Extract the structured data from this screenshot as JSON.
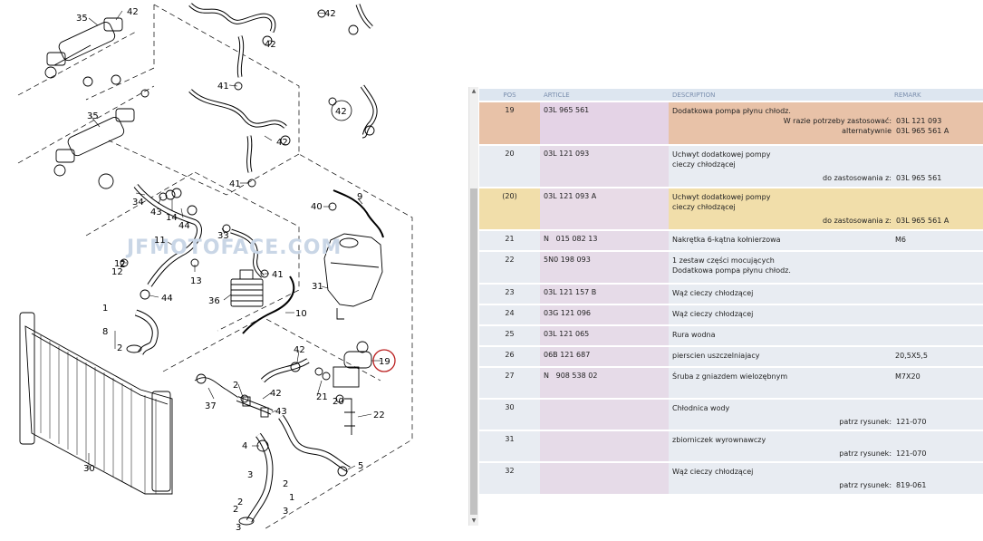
{
  "diagram": {
    "callouts": [
      "35",
      "42",
      "42",
      "35",
      "42",
      "41",
      "42",
      "41",
      "42",
      "40",
      "9",
      "34",
      "43",
      "14",
      "44",
      "11",
      "33",
      "13",
      "12",
      "36",
      "41",
      "31",
      "44",
      "10",
      "8",
      "2",
      "42",
      "19",
      "37",
      "2",
      "42",
      "21",
      "20",
      "43",
      "22",
      "4",
      "5",
      "30",
      "3",
      "2",
      "1",
      "2",
      "3",
      "2",
      "1",
      "12",
      "2",
      "3"
    ],
    "watermark": "JFMOTOFACE.COM"
  },
  "table": {
    "headers": {
      "pos": "POS",
      "article": "ARTICLE",
      "description": "DESCRIPTION",
      "remark": "REMARK"
    },
    "rows": [
      {
        "pos": "19",
        "article": "03L 965 561",
        "desc": [
          "Dodatkowa pompa płynu chłodz."
        ],
        "subs": [
          {
            "label": "W razie potrzeby zastosować:",
            "value": "03L 121 093"
          },
          {
            "label": "alternatywnie",
            "value": "03L 965 561 A"
          }
        ],
        "remark": ""
      },
      {
        "pos": "20",
        "article": "03L 121 093",
        "desc": [
          "Uchwyt dodatkowej pompy",
          "cieczy chłodzącej"
        ],
        "subs": [
          {
            "label": "do zastosowania z:",
            "value": "03L 965 561"
          }
        ],
        "remark": ""
      },
      {
        "pos": "(20)",
        "article": "03L 121 093 A",
        "desc": [
          "Uchwyt dodatkowej pompy",
          "cieczy chłodzącej"
        ],
        "subs": [
          {
            "label": "do zastosowania z:",
            "value": "03L 965 561 A"
          }
        ],
        "remark": ""
      },
      {
        "pos": "21",
        "article": "N   015 082 13",
        "desc": [
          "Nakrętka 6-kątna kołnierzowa"
        ],
        "subs": [],
        "remark": "M6"
      },
      {
        "pos": "22",
        "article": "5N0 198 093",
        "desc": [
          "1 zestaw części mocujących",
          "Dodatkowa pompa płynu chłodz."
        ],
        "subs": [],
        "remark": ""
      },
      {
        "pos": "23",
        "article": "03L 121 157 B",
        "desc": [
          "Wąż cieczy chłodzącej"
        ],
        "subs": [],
        "remark": ""
      },
      {
        "pos": "24",
        "article": "03G 121 096",
        "desc": [
          "Wąż cieczy chłodzącej"
        ],
        "subs": [],
        "remark": ""
      },
      {
        "pos": "25",
        "article": "03L 121 065",
        "desc": [
          "Rura wodna"
        ],
        "subs": [],
        "remark": ""
      },
      {
        "pos": "26",
        "article": "06B 121 687",
        "desc": [
          "pierscien uszczelniajacy"
        ],
        "subs": [],
        "remark": "20,5X5,5"
      },
      {
        "pos": "27",
        "article": "N   908 538 02",
        "desc": [
          "Śruba z gniazdem wielozębnym"
        ],
        "subs": [],
        "remark": "M7X20"
      },
      {
        "pos": "30",
        "article": "",
        "desc": [
          "Chłodnica wody"
        ],
        "subs": [
          {
            "label": "patrz rysunek:",
            "value": "121-070"
          }
        ],
        "remark": ""
      },
      {
        "pos": "31",
        "article": "",
        "desc": [
          "zbiorniczek wyrownawczy"
        ],
        "subs": [
          {
            "label": "patrz rysunek:",
            "value": "121-070"
          }
        ],
        "remark": ""
      },
      {
        "pos": "32",
        "article": "",
        "desc": [
          "Wąż cieczy chłodzącej"
        ],
        "subs": [
          {
            "label": "patrz rysunek:",
            "value": "819-061"
          }
        ],
        "remark": ""
      }
    ]
  },
  "colors": {
    "header_bg": "#dde6f0",
    "row_bg": "#e8ecf2",
    "article_bg": "#e6dbe8",
    "highlight_orange": "#e8c2a8",
    "highlight_yellow": "#f1deaa"
  },
  "icons": {
    "scroll_up": "▲",
    "scroll_down": "▼"
  }
}
